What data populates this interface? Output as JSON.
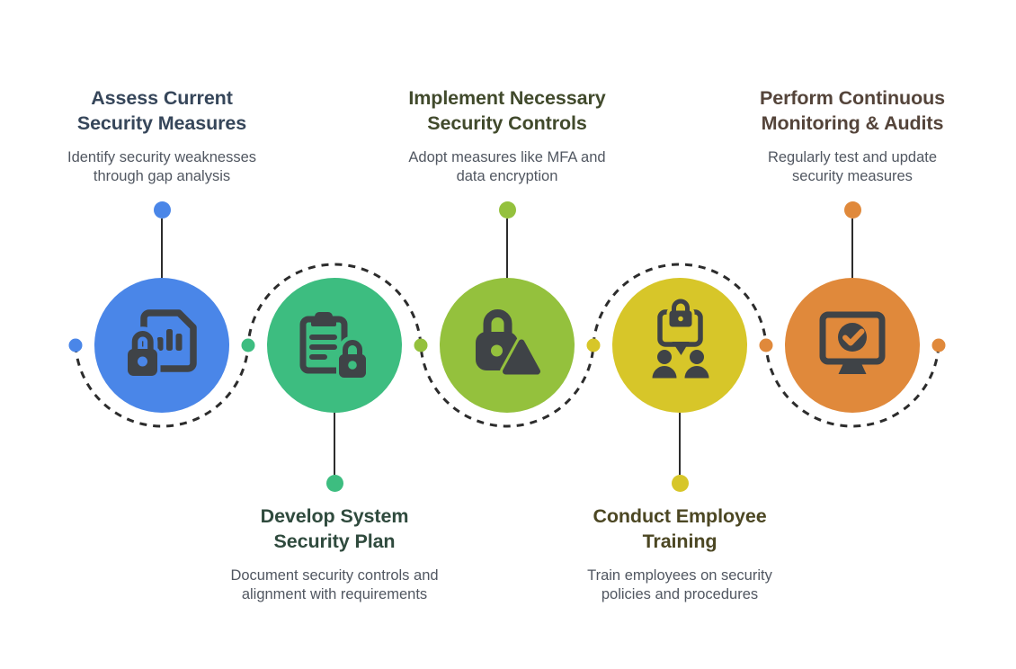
{
  "title": "NIST security compliance process infographic",
  "styles": {
    "background": "#ffffff",
    "description_color": "#515761",
    "icon_color": "#3f4347",
    "connector_color": "#2c2c2c"
  },
  "steps": [
    {
      "label_position": "top",
      "title": "Assess Current\nSecurity Measures",
      "description": "Identify security weaknesses\nthrough gap analysis",
      "color": "#4a86e8",
      "title_color": "#36465a",
      "icon": "document-chart-lock-icon"
    },
    {
      "label_position": "bottom",
      "title": "Develop System\nSecurity Plan",
      "description": "Document security controls and\nalignment with requirements",
      "color": "#3dbd80",
      "title_color": "#2f4a3d",
      "icon": "clipboard-lock-icon"
    },
    {
      "label_position": "top",
      "title": "Implement Necessary\nSecurity Controls",
      "description": "Adopt measures like MFA and\ndata encryption",
      "color": "#94c13d",
      "title_color": "#414a2c",
      "icon": "padlock-warning-icon"
    },
    {
      "label_position": "bottom",
      "title": "Conduct Employee\nTraining",
      "description": "Train employees on security\npolicies and procedures",
      "color": "#d7c629",
      "title_color": "#4c4723",
      "icon": "people-chat-lock-icon"
    },
    {
      "label_position": "top",
      "title": "Perform Continuous\nMonitoring & Audits",
      "description": "Regularly test and update\nsecurity measures",
      "color": "#e0893b",
      "title_color": "#54443a",
      "icon": "monitor-check-icon"
    }
  ],
  "rail_dot_colors": [
    "#4a86e8",
    "#3dbd80",
    "#94c13d",
    "#d7c629",
    "#e0893b",
    "#e0893b"
  ]
}
